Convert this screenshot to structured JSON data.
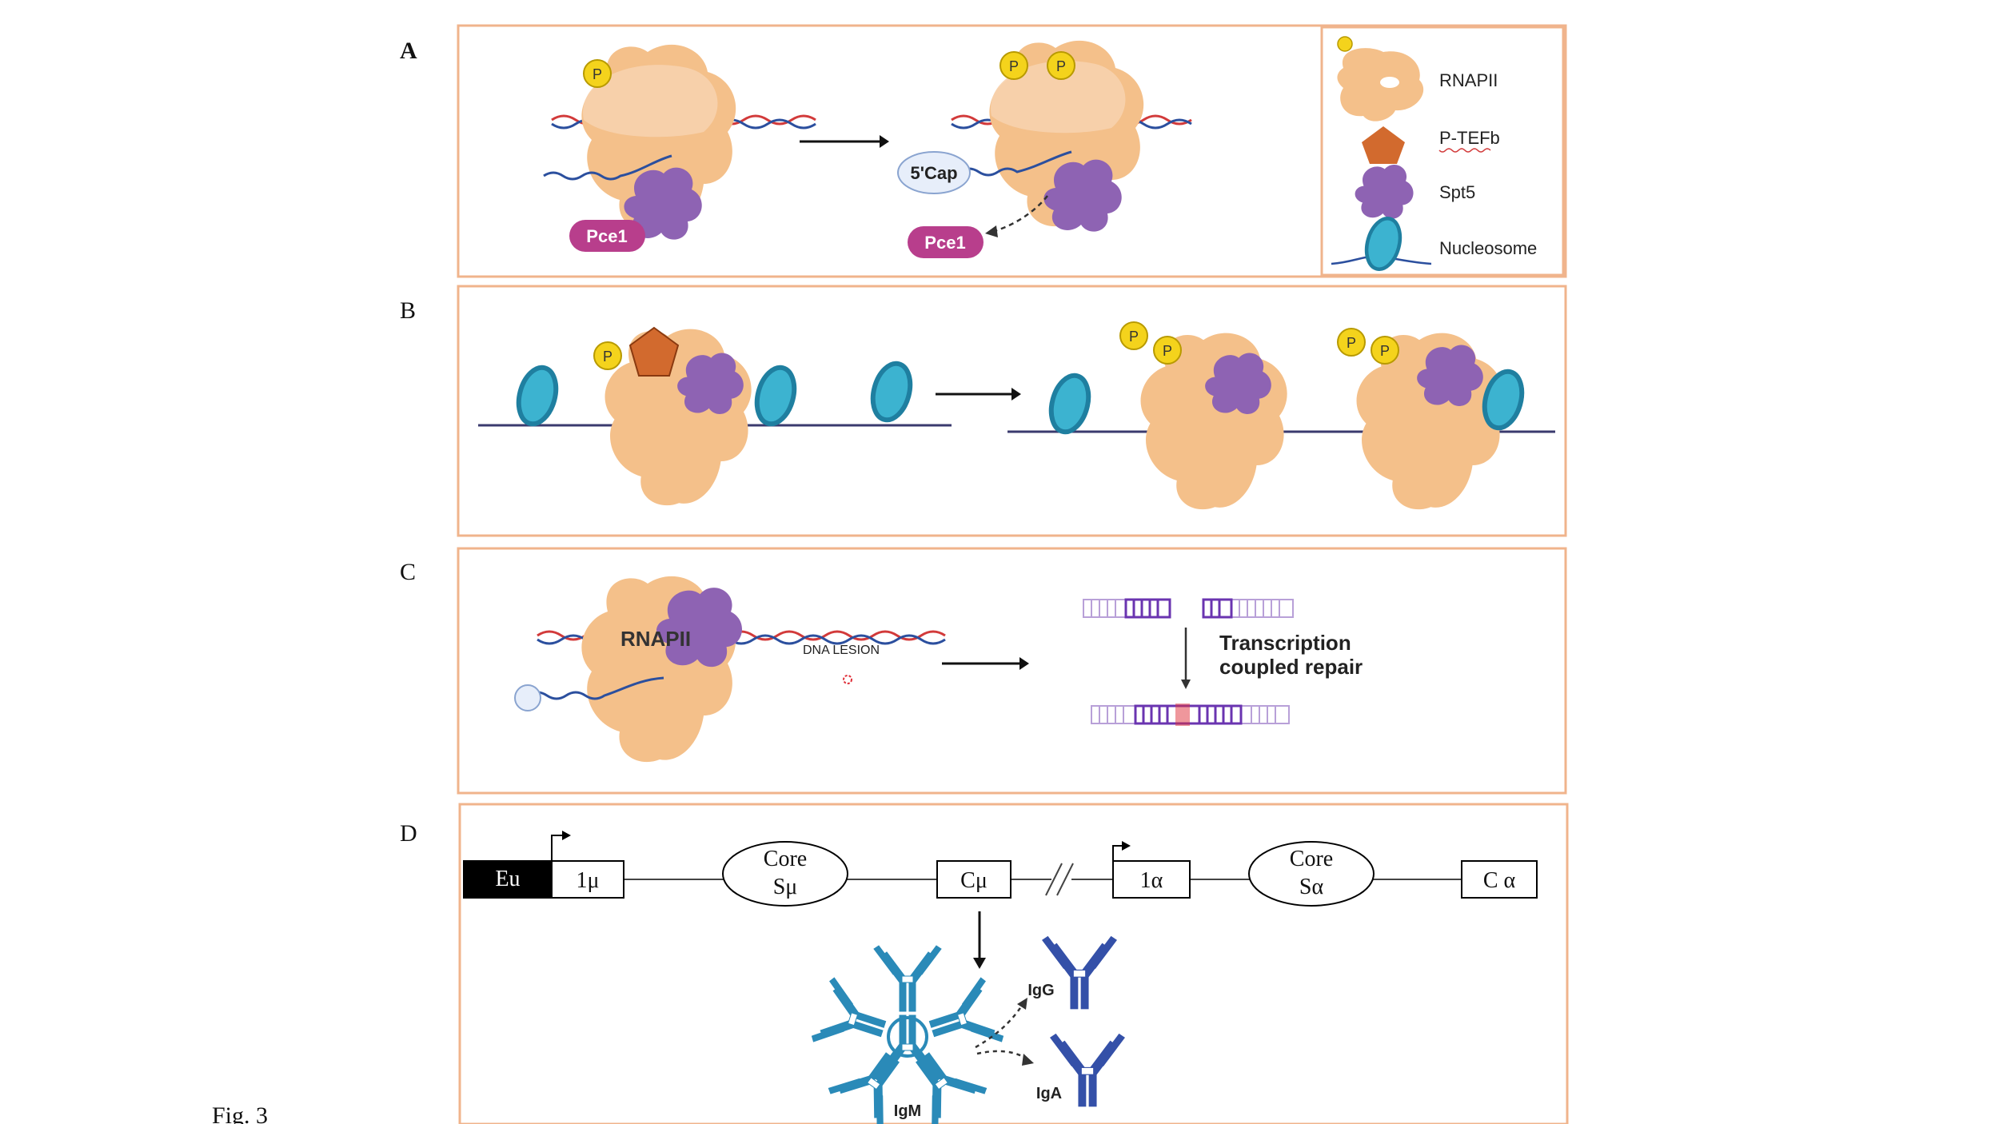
{
  "figure": {
    "label": "Fig. 3",
    "colors": {
      "frame": "#f0b48c",
      "rnapii": "#f4c08a",
      "rnapii_light": "#f7d2ad",
      "ptefb": "#d26a2e",
      "spt5": "#8e63b3",
      "nucleosome": "#3cb3d0",
      "nucleosome_dark": "#1f7fa0",
      "phospho": "#f4d31c",
      "pce1": "#b83e8c",
      "dna_red": "#d23a3a",
      "dna_blue": "#2b4f9e",
      "antibody": "#2a8ab8",
      "antibody_dark": "#3450a8",
      "lesion": "#e0303a"
    }
  },
  "panels": {
    "a": {
      "label": "A",
      "phospho_symbol": "P",
      "pce1_left": "Pce1",
      "pce1_right": "Pce1",
      "cap": "5'Cap",
      "legend": {
        "rnapii": "RNAPII",
        "ptefb": "P-TEFb",
        "spt5": "Spt5",
        "nucleosome": "Nucleosome"
      }
    },
    "b": {
      "label": "B",
      "phospho_symbol": "P"
    },
    "c": {
      "label": "C",
      "rnapii": "RNAPII",
      "lesion": "DNA LESION",
      "repair_line1": "Transcription",
      "repair_line2": "coupled repair"
    },
    "d": {
      "label": "D",
      "eu": "Eu",
      "i_mu": "1μ",
      "core": "Core",
      "s_mu": "Sμ",
      "c_mu": "Cμ",
      "i_alpha": "1α",
      "s_alpha": "Sα",
      "c_alpha": "C α",
      "igm": "IgM",
      "igg": "IgG",
      "iga": "IgA"
    }
  }
}
